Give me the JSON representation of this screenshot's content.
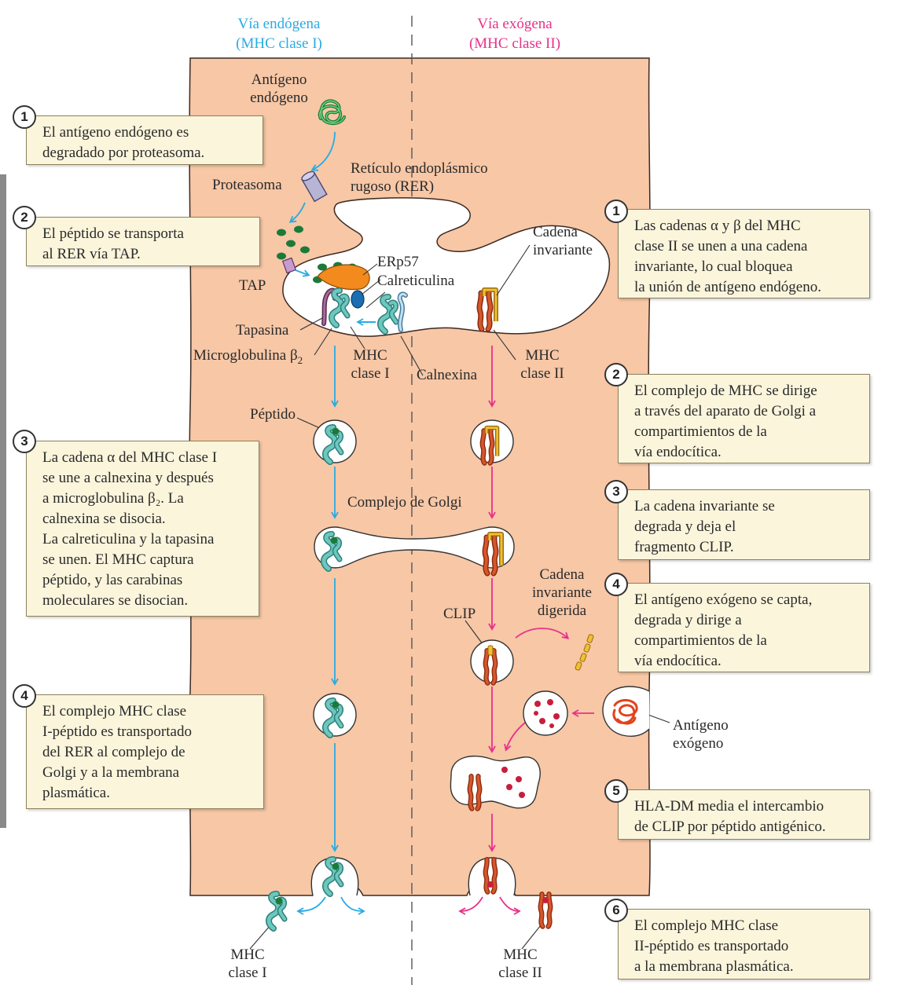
{
  "headers": {
    "endo_line1": "Vía endógena",
    "endo_line2": "(MHC clase I)",
    "exo_line1": "Vía exógena",
    "exo_line2": "(MHC clase II)"
  },
  "colors": {
    "cell": "#f7c7a6",
    "endo_accent": "#29abe2",
    "exo_accent": "#e8318a",
    "box_bg": "#fbf5dc",
    "mhc1": "#5fbdb4",
    "mhc2": "#c64a1e",
    "invariant": "#e8b020",
    "peptide": "#1b7a3a",
    "antigen_exo": "#e1431d"
  },
  "labels": {
    "antigeno_endogeno_1": "Antígeno",
    "antigeno_endogeno_2": "endógeno",
    "proteasoma": "Proteasoma",
    "rer_1": "Retículo endoplásmico",
    "rer_2": "rugoso (RER)",
    "tap": "TAP",
    "erp57": "ERp57",
    "calreticulina": "Calreticulina",
    "tapasina": "Tapasina",
    "microglobulina": "Microglobulina β",
    "microglobulina_sub": "2",
    "mhc_clase_i_1": "MHC",
    "mhc_clase_i_2": "clase I",
    "calnexina": "Calnexina",
    "cadena_invariante_1": "Cadena",
    "cadena_invariante_2": "invariante",
    "mhc_clase_ii_1": "MHC",
    "mhc_clase_ii_2": "clase II",
    "peptido": "Péptido",
    "golgi": "Complejo de Golgi",
    "cadena_digerida_1": "Cadena",
    "cadena_digerida_2": "invariante",
    "cadena_digerida_3": "digerida",
    "clip": "CLIP",
    "antigeno_exogeno_1": "Antígeno",
    "antigeno_exogeno_2": "exógeno",
    "bottom_mhc_i_1": "MHC",
    "bottom_mhc_i_2": "clase I",
    "bottom_mhc_ii_1": "MHC",
    "bottom_mhc_ii_2": "clase II"
  },
  "left_steps": [
    {
      "num": "1",
      "lines": [
        "El antígeno endógeno es",
        "degradado por proteasoma."
      ]
    },
    {
      "num": "2",
      "lines": [
        "El péptido se transporta",
        "al RER vía TAP."
      ]
    },
    {
      "num": "3",
      "lines": [
        "La cadena α del MHC clase I",
        "se une a calnexina y después",
        "a microglobulina β₂. La",
        "calnexina se disocia.",
        "La calreticulina y la tapasina",
        "se unen. El MHC captura",
        "péptido, y las carabinas",
        "moleculares se disocian."
      ]
    },
    {
      "num": "4",
      "lines": [
        "El complejo MHC clase",
        "I-péptido es transportado",
        "del RER al complejo de",
        "Golgi y a la membrana",
        "plasmática."
      ]
    }
  ],
  "right_steps": [
    {
      "num": "1",
      "lines": [
        "Las cadenas α y β del MHC",
        "clase II se unen a una cadena",
        "invariante, lo cual bloquea",
        "la unión de antígeno endógeno."
      ]
    },
    {
      "num": "2",
      "lines": [
        "El complejo de MHC se dirige",
        "a través del aparato de Golgi a",
        "compartimientos de la",
        "vía endocítica."
      ]
    },
    {
      "num": "3",
      "lines": [
        "La cadena invariante se",
        "degrada y deja el",
        "fragmento CLIP."
      ]
    },
    {
      "num": "4",
      "lines": [
        "El antígeno exógeno se capta,",
        "degrada y dirige a",
        "compartimientos de la",
        "vía endocítica."
      ]
    },
    {
      "num": "5",
      "lines": [
        "HLA-DM media el intercambio",
        "de CLIP por péptido antigénico."
      ]
    },
    {
      "num": "6",
      "lines": [
        "El complejo MHC clase",
        "II-péptido es transportado",
        "a la membrana plasmática."
      ]
    }
  ]
}
